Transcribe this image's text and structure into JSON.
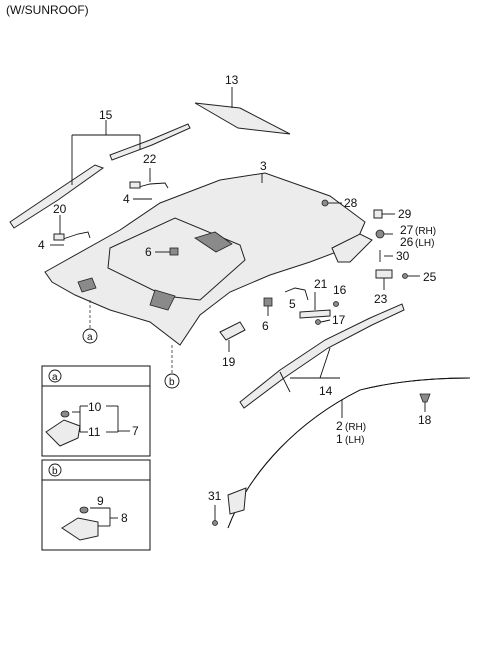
{
  "header": {
    "variant": "(W/SUNROOF)"
  },
  "callouts": {
    "c1": "1",
    "c1_side": "(LH)",
    "c2": "2",
    "c2_side": "(RH)",
    "c3": "3",
    "c4a": "4",
    "c4b": "4",
    "c5": "5",
    "c6a": "6",
    "c6b": "6",
    "c7": "7",
    "c8": "8",
    "c9": "9",
    "c10": "10",
    "c11": "11",
    "c13": "13",
    "c14": "14",
    "c15": "15",
    "c16": "16",
    "c17": "17",
    "c18": "18",
    "c19": "19",
    "c20": "20",
    "c21": "21",
    "c22": "22",
    "c23": "23",
    "c25": "25",
    "c26": "26",
    "c26_side": "(LH)",
    "c27": "27",
    "c27_side": "(RH)",
    "c28": "28",
    "c29": "29",
    "c30": "30",
    "c31": "31"
  },
  "detail_refs": {
    "a": "a",
    "b": "b"
  },
  "detail_boxes": [
    {
      "label": "a",
      "parts": [
        "10",
        "11",
        "7"
      ]
    },
    {
      "label": "b",
      "parts": [
        "9",
        "8"
      ]
    }
  ]
}
